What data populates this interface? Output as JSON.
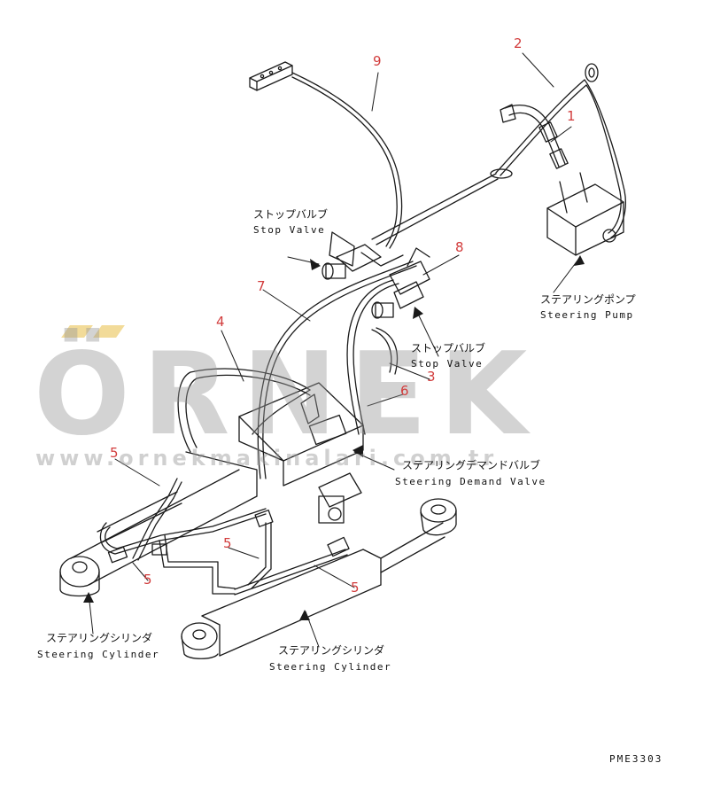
{
  "watermark": {
    "brand": "ÖRNEK",
    "url": "www.ornekmakinalari.com.tr"
  },
  "callouts": {
    "c1": "1",
    "c2": "2",
    "c3": "3",
    "c4": "4",
    "c5a": "5",
    "c5b": "5",
    "c5c": "5",
    "c5d": "5",
    "c6": "6",
    "c7": "7",
    "c8": "8",
    "c9": "9"
  },
  "labels": {
    "stop_valve_left_jp": "ストップバルブ",
    "stop_valve_left_en": "Stop Valve",
    "steering_pump_jp": "ステアリングポンプ",
    "steering_pump_en": "Steering Pump",
    "stop_valve_right_jp": "ストップバルブ",
    "stop_valve_right_en": "Stop Valve",
    "demand_valve_jp": "ステアリングデマンドバルブ",
    "demand_valve_en": "Steering Demand Valve",
    "cyl_left_jp": "ステアリングシリンダ",
    "cyl_left_en": "Steering Cylinder",
    "cyl_right_jp": "ステアリングシリンダ",
    "cyl_right_en": "Steering Cylinder"
  },
  "drawing_code": "PME3303",
  "colors": {
    "line": "#1a1a1a",
    "callout": "#d23c3c",
    "watermark": "#969696"
  }
}
